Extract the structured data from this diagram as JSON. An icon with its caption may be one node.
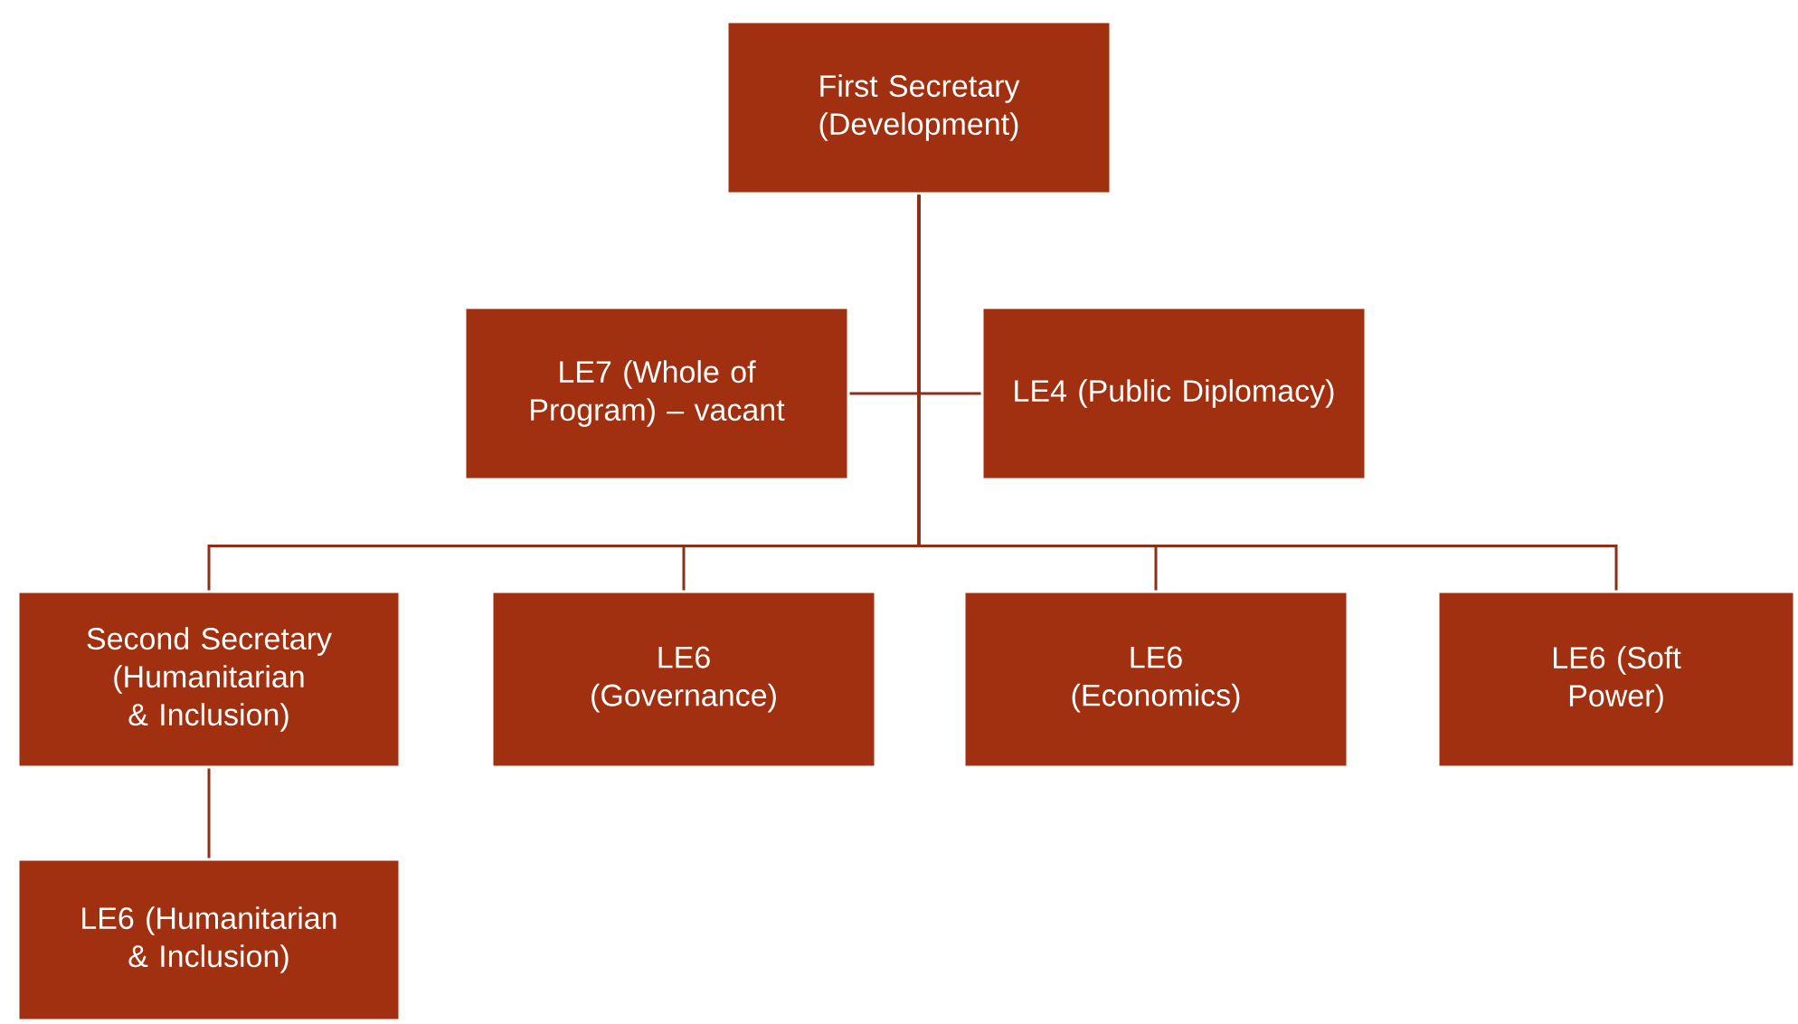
{
  "diagram": {
    "nodes": [
      {
        "text": [
          "First Secretary (Development)"
        ]
      },
      {
        "text": [
          "LE7 (Whole of Program) – vacant"
        ]
      },
      {
        "text": [
          "LE4 (Public Diplomacy)"
        ]
      },
      {
        "text": [
          "Second Secretary (Humanitarian & Inclusion)"
        ]
      },
      {
        "text": [
          "LE6 (Governance)"
        ]
      },
      {
        "text": [
          "LE6 (Economics)"
        ]
      },
      {
        "text": [
          "LE6 (Soft Power)"
        ]
      },
      {
        "text": [
          "LE6 (Humanitarian & Inclusion)"
        ]
      }
    ],
    "edges": [
      {
        "from": 0,
        "to": 1,
        "arrow": "none"
      },
      {
        "from": 0,
        "to": 2,
        "arrow": "none"
      },
      {
        "from": 0,
        "to": 3,
        "arrow": "none"
      },
      {
        "from": 0,
        "to": 4,
        "arrow": "none"
      },
      {
        "from": 0,
        "to": 5,
        "arrow": "none"
      },
      {
        "from": 0,
        "to": 6,
        "arrow": "none"
      },
      {
        "from": 3,
        "to": 7,
        "arrow": "none"
      }
    ]
  }
}
